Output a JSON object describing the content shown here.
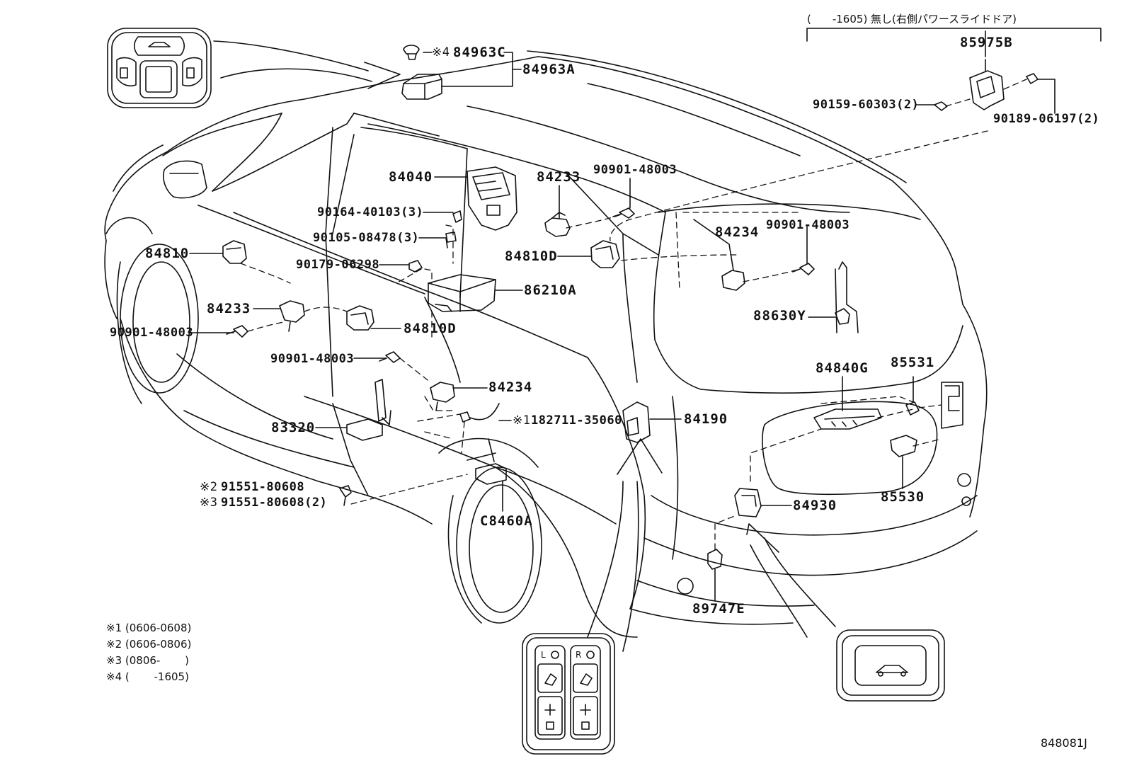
{
  "labels": {
    "p84963C": "84963C",
    "p84963A": "84963A",
    "p85975B": "85975B",
    "p90159": "90159-60303(2)",
    "p90189": "90189-06197(2)",
    "p84040": "84040",
    "p84233a": "84233",
    "p90901a": "90901-48003",
    "p90164": "90164-40103(3)",
    "p90105": "90105-08478(3)",
    "p84234a": "84234",
    "p90901b": "90901-48003",
    "p84810": "84810",
    "p84810Da": "84810D",
    "p90179": "90179-06298",
    "p86210A": "86210A",
    "p84233b": "84233",
    "p90901c": "90901-48003",
    "p84810Db": "84810D",
    "p88630Y": "88630Y",
    "p90901d": "90901-48003",
    "p84234b": "84234",
    "p84840G": "84840G",
    "p85531": "85531",
    "p182711": "182711-35060",
    "p84190": "84190",
    "p83320": "83320",
    "p91551a": "91551-80608",
    "p91551b": "91551-80608(2)",
    "pC8460A": "C8460A",
    "p84930": "84930",
    "p85530": "85530",
    "p89747E": "89747E"
  },
  "marks": {
    "m1": "※4",
    "m2": "※1",
    "m3": "※2",
    "m4": "※3"
  },
  "top_note": "(　　-1605) 無し(右側パワースライドドア)",
  "legend": [
    "※1 (0606-0608)",
    "※2 (0606-0806)",
    "※3 (0806-　　 )",
    "※4 (　　 -1605)"
  ],
  "switch_labels": {
    "left": "L",
    "right": "R"
  },
  "figure_id": "848081J",
  "colors": {
    "ink": "#111111",
    "background": "#ffffff"
  }
}
